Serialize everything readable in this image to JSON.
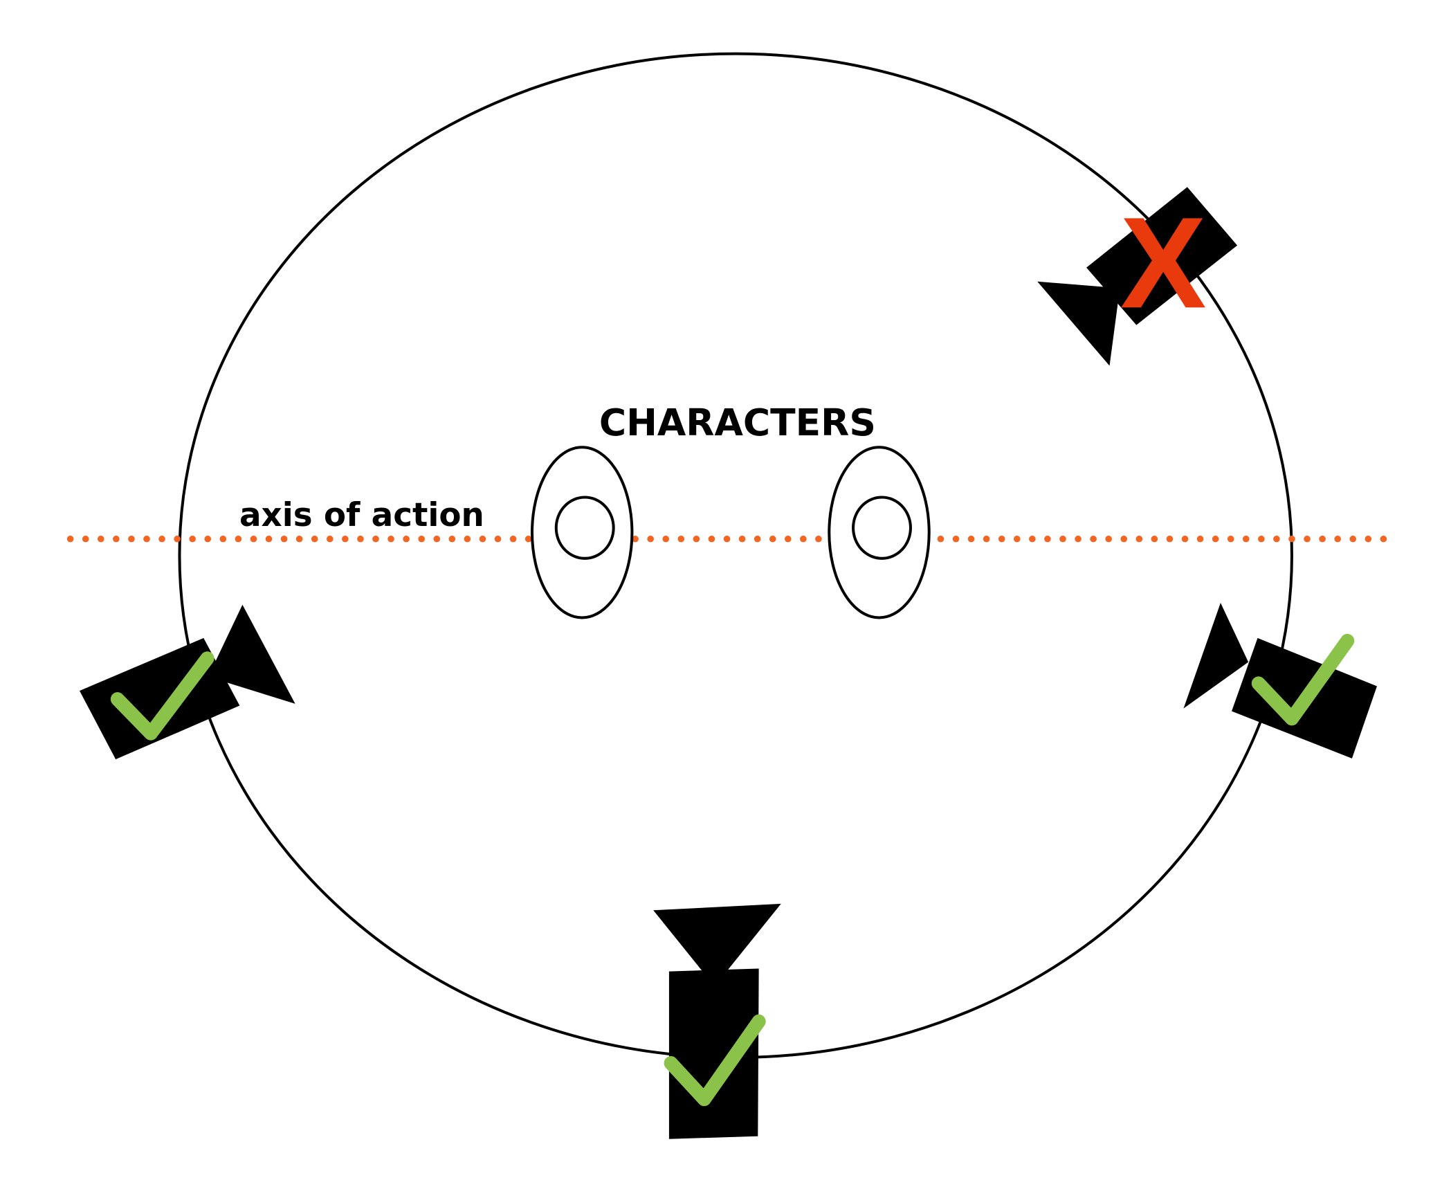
{
  "labels": {
    "characters": "CHARACTERS",
    "axis": "axis of action",
    "bad_mark": "X"
  },
  "colors": {
    "axis_dots": "#F26522",
    "check": "#8BC34A",
    "cross": "#E83A0C",
    "camera": "#000000"
  },
  "cameras": [
    {
      "position": "top-right",
      "status": "cross"
    },
    {
      "position": "left",
      "status": "check"
    },
    {
      "position": "right",
      "status": "check"
    },
    {
      "position": "bottom",
      "status": "check"
    }
  ]
}
